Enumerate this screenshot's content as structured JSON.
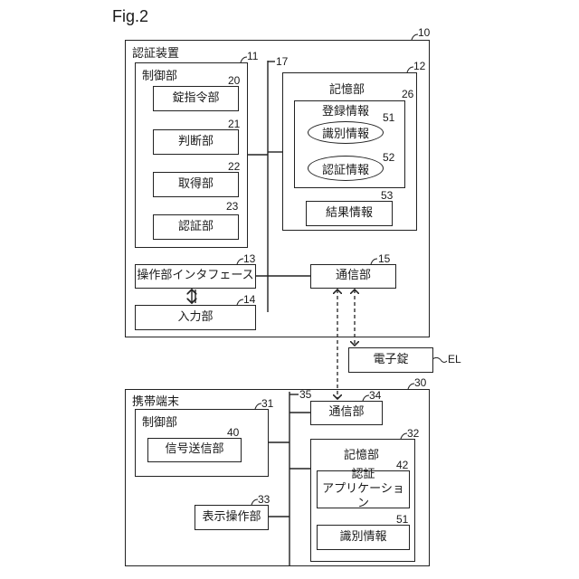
{
  "figure_label": "Fig.2",
  "auth_device": {
    "ref": "10",
    "title": "認証装置",
    "bus_ref": "17",
    "control": {
      "ref": "11",
      "title": "制御部",
      "units": [
        {
          "ref": "20",
          "label": "錠指令部"
        },
        {
          "ref": "21",
          "label": "判断部"
        },
        {
          "ref": "22",
          "label": "取得部"
        },
        {
          "ref": "23",
          "label": "認証部"
        }
      ]
    },
    "storage": {
      "ref": "12",
      "title": "記憶部",
      "registration": {
        "ref": "26",
        "title": "登録情報",
        "id_info": {
          "ref": "51",
          "label": "識別情報"
        },
        "auth_info": {
          "ref": "52",
          "label": "認証情報"
        }
      },
      "result": {
        "ref": "53",
        "label": "結果情報"
      }
    },
    "op_interface": {
      "ref": "13",
      "label": "操作部インタフェース"
    },
    "input": {
      "ref": "14",
      "label": "入力部"
    },
    "comm": {
      "ref": "15",
      "label": "通信部"
    }
  },
  "electronic_lock": {
    "ref": "EL",
    "label": "電子錠"
  },
  "mobile": {
    "ref": "30",
    "title": "携帯端末",
    "bus_ref": "35",
    "control": {
      "ref": "31",
      "title": "制御部",
      "signal_tx": {
        "ref": "40",
        "label": "信号送信部"
      }
    },
    "comm": {
      "ref": "34",
      "label": "通信部"
    },
    "storage": {
      "ref": "32",
      "title": "記憶部",
      "app": {
        "ref": "42",
        "label_line1": "認証",
        "label_line2": "アプリケーション"
      },
      "id_info": {
        "ref": "51",
        "label": "識別情報"
      }
    },
    "display_op": {
      "ref": "33",
      "label": "表示操作部"
    }
  }
}
